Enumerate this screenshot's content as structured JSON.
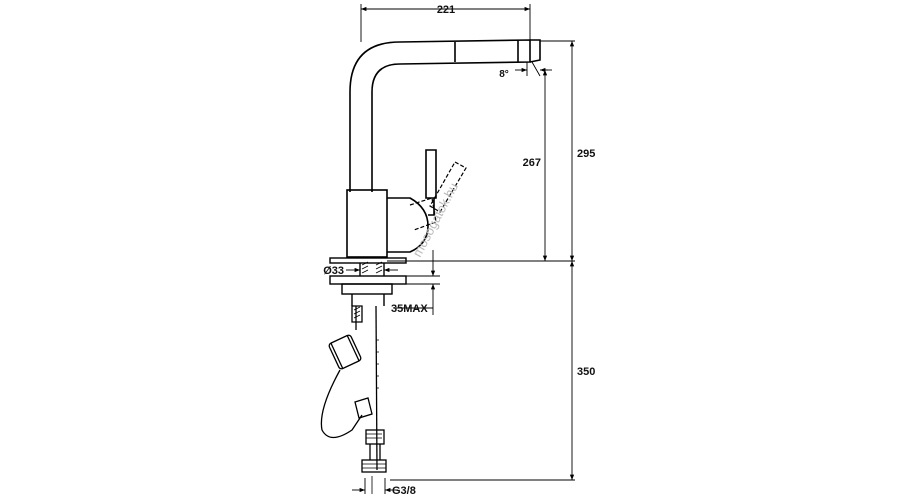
{
  "dimensions": {
    "width_top": "221",
    "angle": "8°",
    "height_inner": "267",
    "height_outer": "295",
    "diameter": "Ø33",
    "thickness_max": "35MAX",
    "below_counter": "350",
    "thread": "G3/8"
  },
  "watermark": "mosogatok.hu",
  "colors": {
    "line": "#000000",
    "watermark": "#b9b9b9",
    "background": "#ffffff"
  }
}
